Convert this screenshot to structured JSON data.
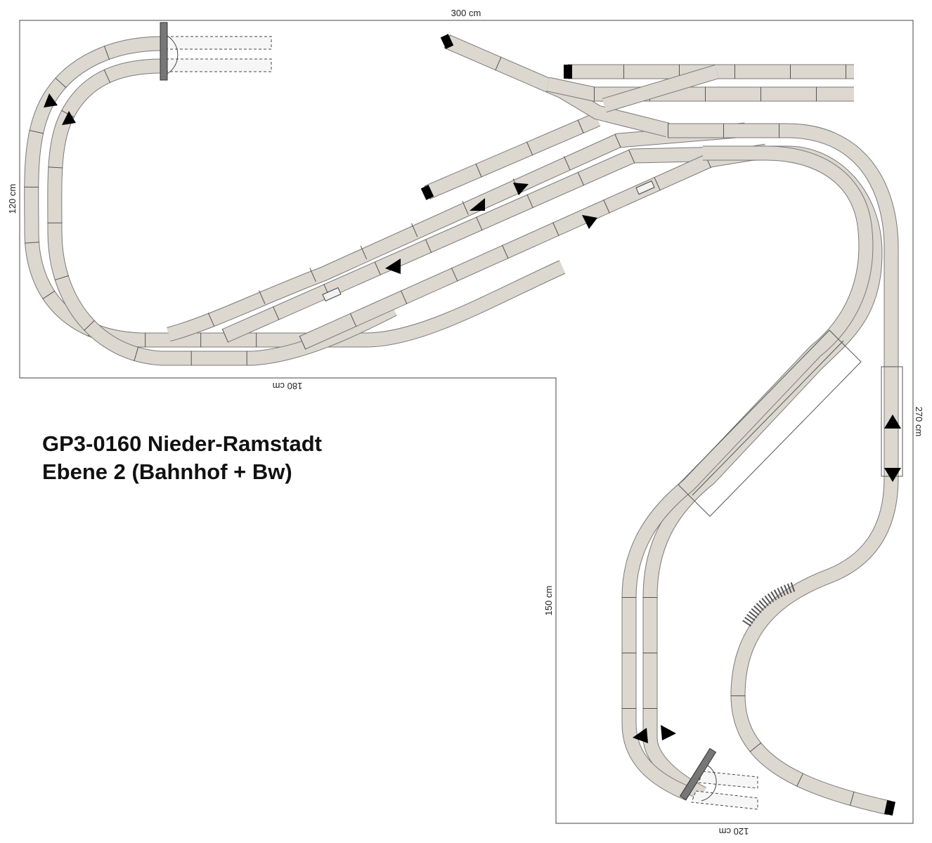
{
  "title": {
    "line1": "GP3-0160 Nieder-Ramstadt",
    "line2": "Ebene 2 (Bahnhof + Bw)"
  },
  "dimensions": {
    "top": "300 cm",
    "left": "120 cm",
    "inner_bottom": "180 cm",
    "right": "270 cm",
    "inner_left": "150 cm",
    "bottom": "120 cm"
  },
  "colors": {
    "track_fill": "#dcd7cf",
    "track_edge": "#7a7a7a",
    "arrow": "#000000",
    "turntable": "#777777"
  }
}
